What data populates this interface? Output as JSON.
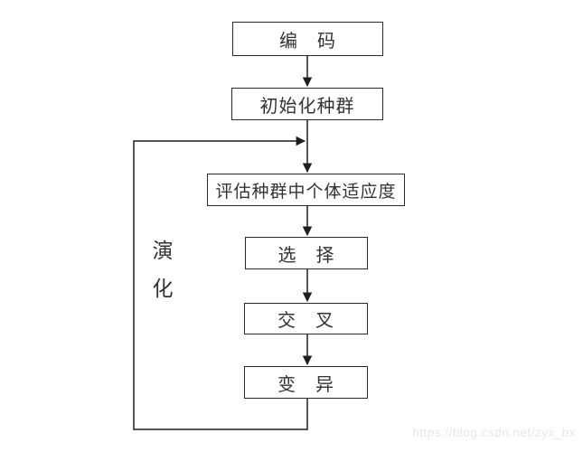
{
  "diagram": {
    "type": "flowchart",
    "nodes": [
      {
        "id": "encode",
        "label": "编　码"
      },
      {
        "id": "init-population",
        "label": "初始化种群"
      },
      {
        "id": "evaluate-fitness",
        "label": "评估种群中个体适应度"
      },
      {
        "id": "selection",
        "label": "选　择"
      },
      {
        "id": "crossover",
        "label": "交　叉"
      },
      {
        "id": "mutation",
        "label": "变　异"
      }
    ],
    "edges": [
      {
        "from": "encode",
        "to": "init-population"
      },
      {
        "from": "init-population",
        "to": "evaluate-fitness"
      },
      {
        "from": "evaluate-fitness",
        "to": "selection"
      },
      {
        "from": "selection",
        "to": "crossover"
      },
      {
        "from": "crossover",
        "to": "mutation"
      },
      {
        "from": "mutation",
        "to": "evaluate-fitness",
        "kind": "feedback-loop"
      }
    ],
    "loop_label": "演化",
    "colors": {
      "line": "#1f1f1f",
      "box_border": "#2b2b2b",
      "text": "#333333",
      "box_bg": "#ffffff",
      "page_bg": "#ffffff",
      "watermark": "#e7e7ea"
    }
  },
  "watermark_text": "https://blog.csdn.net/zyx_bx"
}
